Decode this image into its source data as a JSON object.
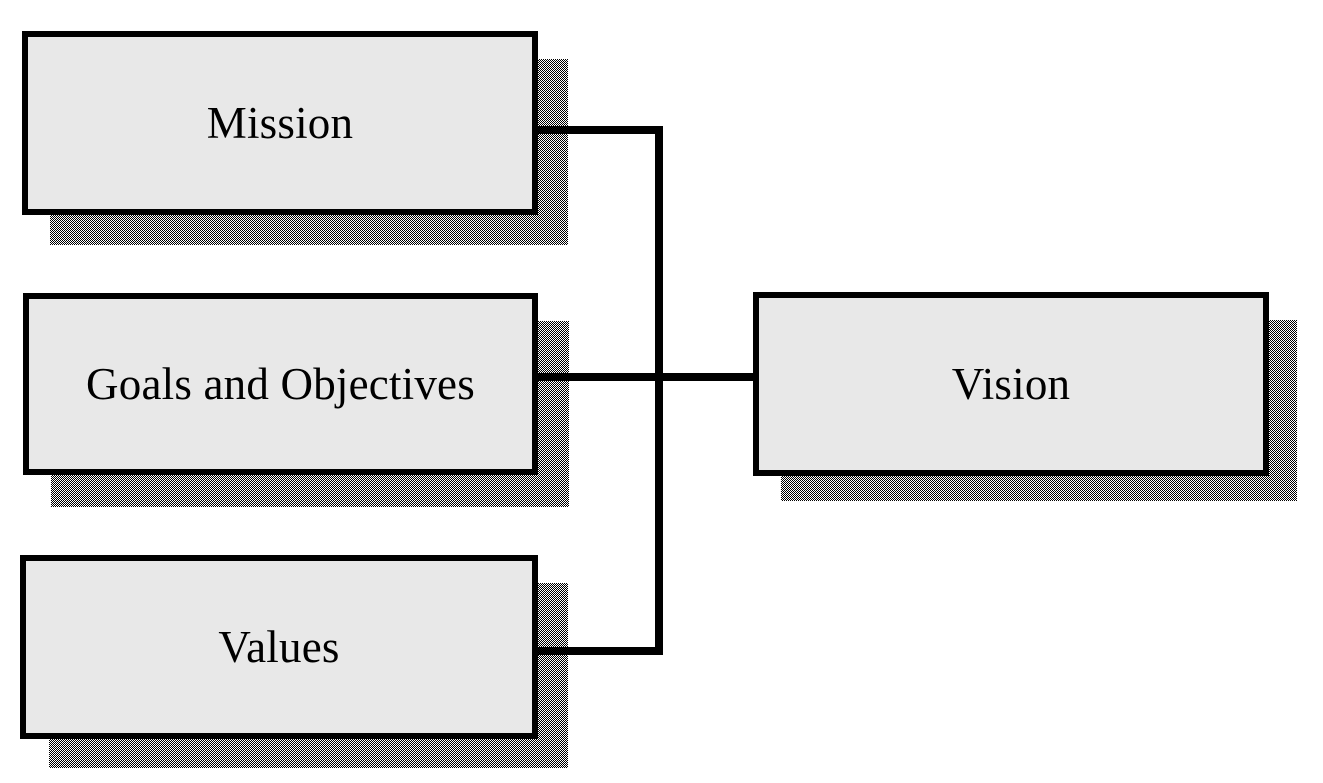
{
  "diagram": {
    "type": "org-relationship-diagram",
    "background_color": "#ffffff",
    "node_fill_color": "#e8e8e8",
    "node_border_color": "#000000",
    "connector_color": "#000000",
    "shadow_style": "50% black/white checkerboard dither",
    "nodes": [
      {
        "id": "mission",
        "label": "Mission",
        "role": "input"
      },
      {
        "id": "goals",
        "label": "Goals and Objectives",
        "role": "input"
      },
      {
        "id": "values",
        "label": "Values",
        "role": "input"
      },
      {
        "id": "vision",
        "label": "Vision",
        "role": "output"
      }
    ],
    "connections": [
      {
        "from": "mission",
        "to": "vision"
      },
      {
        "from": "goals",
        "to": "vision"
      },
      {
        "from": "values",
        "to": "vision"
      }
    ]
  }
}
